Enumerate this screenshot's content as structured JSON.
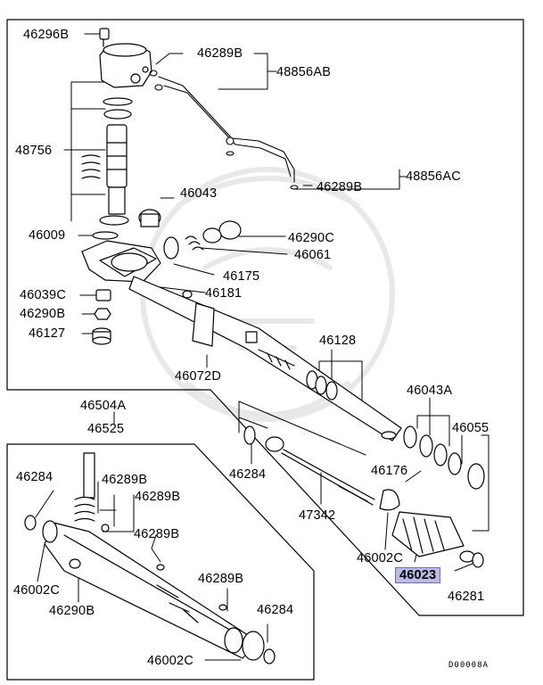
{
  "diagram": {
    "code": "D00008A",
    "highlighted_part": "46023",
    "labels": {
      "p46296B": "46296B",
      "p46289B_top": "46289B",
      "p48856AB": "48856AB",
      "p48756": "48756",
      "p46289B_right": "46289B",
      "p48856AC": "48856AC",
      "p46043": "46043",
      "p46009": "46009",
      "p46290C": "46290C",
      "p46061": "46061",
      "p46175": "46175",
      "p46039C": "46039C",
      "p46181": "46181",
      "p46290B": "46290B",
      "p46127": "46127",
      "p46128": "46128",
      "p46072D": "46072D",
      "p46504A": "46504A",
      "p46043A": "46043A",
      "p46525": "46525",
      "p46055": "46055",
      "p46284_mid": "46284",
      "p46176": "46176",
      "p46284_left": "46284",
      "p46289B_a": "46289B",
      "p46289B_b": "46289B",
      "p47342": "47342",
      "p46289B_c": "46289B",
      "p46002C_right": "46002C",
      "p46023": "46023",
      "p46002C_left": "46002C",
      "p46289B_d": "46289B",
      "p46290B_lower": "46290B",
      "p46281": "46281",
      "p46284_lower": "46284",
      "p46002C_lower": "46002C"
    }
  }
}
